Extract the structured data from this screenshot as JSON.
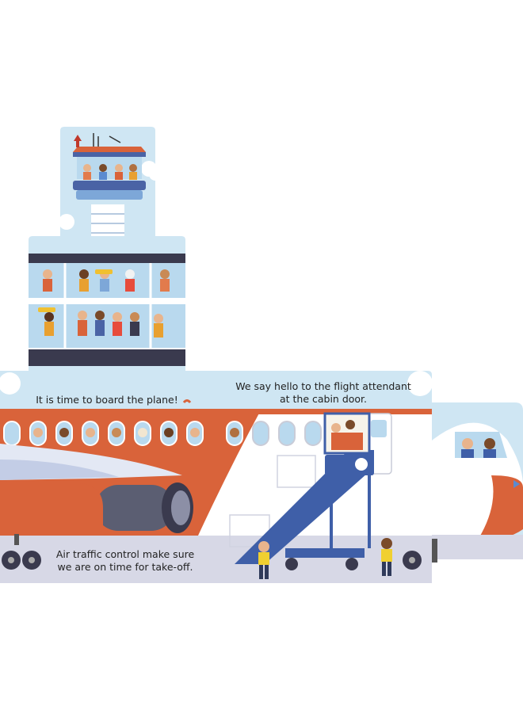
{
  "page": {
    "captions": {
      "board_plane": "It is time to board the plane!",
      "hello_line1": "We say hello to the flight attendant",
      "hello_line2": "at the cabin door.",
      "atc_line1": "Air traffic control make sure",
      "atc_line2": "we are on time for take-off."
    }
  },
  "colors": {
    "sky": "#cfe6f3",
    "fuselage_orange": "#d9633a",
    "stair_blue": "#3f5fa8",
    "tarmac": "#d7d8e6",
    "tower_rail": "#4a63a5",
    "terminal_dark": "#3a3a4e"
  },
  "icons": [
    "control-tower",
    "airport-terminal",
    "airplane",
    "boarding-stairs",
    "cockpit-pilots",
    "ground-crew"
  ]
}
